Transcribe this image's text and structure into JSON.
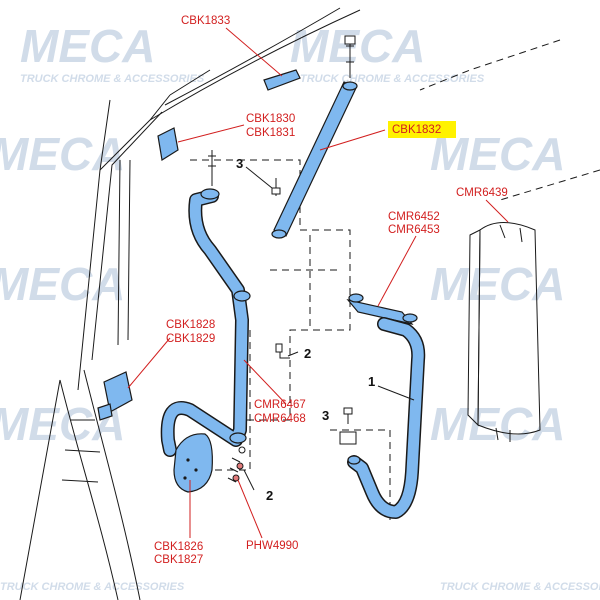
{
  "watermark": {
    "logo_text": "MECA",
    "line1": "TRUCK CHROME & ACCESSORIES",
    "line2": "CHROME & ACCESSORIES"
  },
  "colors": {
    "part_fill": "#7fb8ef",
    "label_red": "#d21f1f",
    "highlight": "#fff200",
    "ink": "#1a1a1a"
  },
  "labels": {
    "cbk1833": "CBK1833",
    "cbk1832": "CBK1832",
    "cbk1830": "CBK1830",
    "cbk1831": "CBK1831",
    "cmr6439": "CMR6439",
    "cmr6452": "CMR6452",
    "cmr6453": "CMR6453",
    "cbk1828": "CBK1828",
    "cbk1829": "CBK1829",
    "cmr6467": "CMR6467",
    "cmr6468": "CMR6468",
    "cbk1826": "CBK1826",
    "cbk1827": "CBK1827",
    "phw4990": "PHW4990"
  },
  "callouts": {
    "one": "1",
    "two_a": "2",
    "two_b": "2",
    "three_a": "3",
    "three_b": "3"
  }
}
